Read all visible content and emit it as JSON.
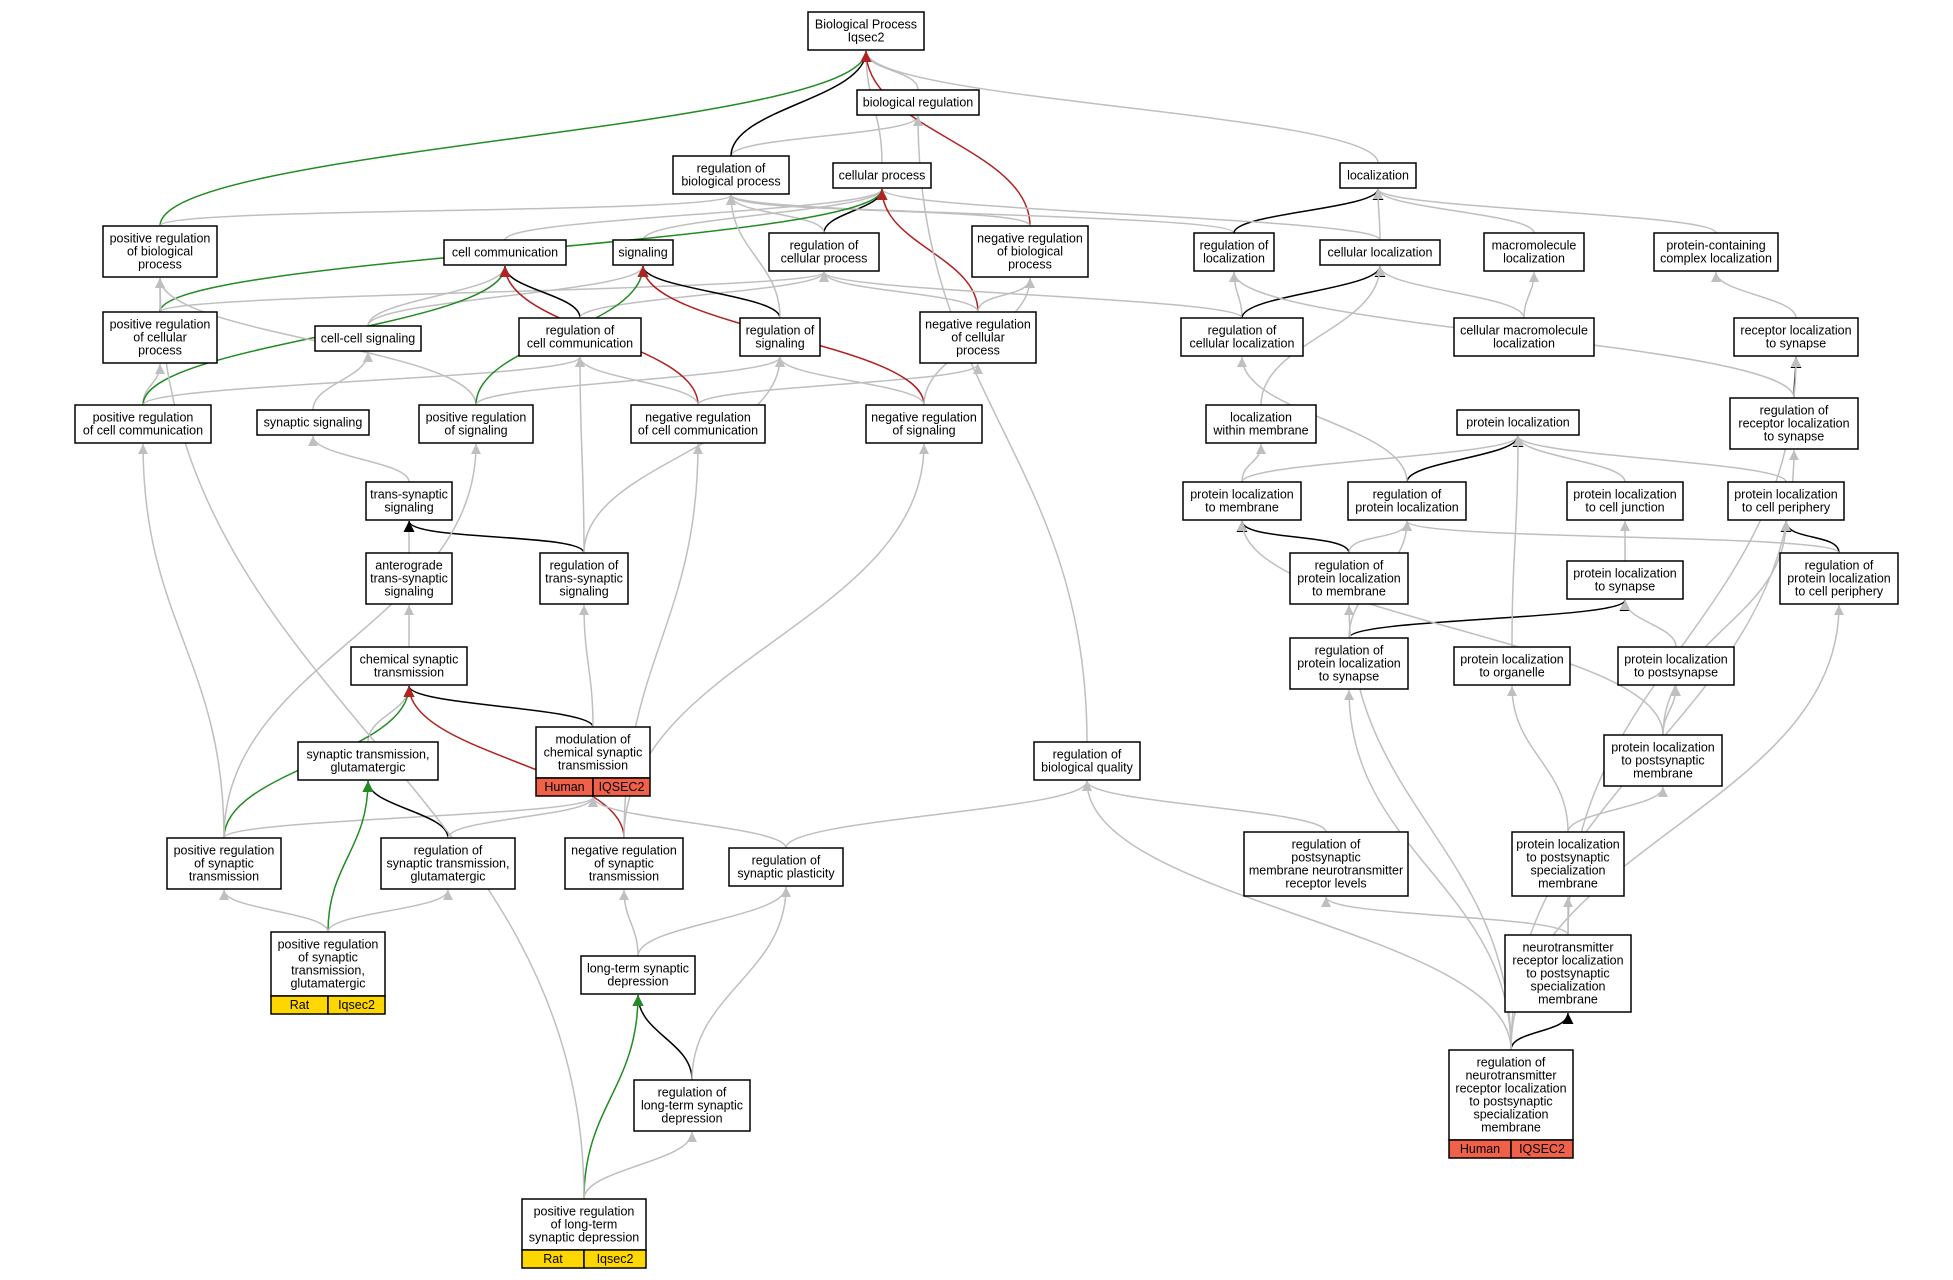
{
  "colors": {
    "gray": "#bfbfbf",
    "black": "#000000",
    "green": "#228b22",
    "red": "#b22222",
    "human_tag": "#f0614a",
    "rat_tag": "#ffd700"
  },
  "nodes": [
    {
      "id": "bp",
      "lines": [
        "Biological Process",
        "Iqsec2"
      ]
    },
    {
      "id": "breg",
      "lines": [
        "biological regulation"
      ]
    },
    {
      "id": "regbp",
      "lines": [
        "regulation of",
        "biological process"
      ]
    },
    {
      "id": "cp",
      "lines": [
        "cellular process"
      ]
    },
    {
      "id": "loc",
      "lines": [
        "localization"
      ]
    },
    {
      "id": "posregbp",
      "lines": [
        "positive regulation",
        "of biological",
        "process"
      ]
    },
    {
      "id": "cc",
      "lines": [
        "cell communication"
      ]
    },
    {
      "id": "sig",
      "lines": [
        "signaling"
      ]
    },
    {
      "id": "regcp",
      "lines": [
        "regulation of",
        "cellular process"
      ]
    },
    {
      "id": "negregbp",
      "lines": [
        "negative regulation",
        "of biological",
        "process"
      ]
    },
    {
      "id": "regloc",
      "lines": [
        "regulation of",
        "localization"
      ]
    },
    {
      "id": "cellloc",
      "lines": [
        "cellular localization"
      ]
    },
    {
      "id": "macroloc",
      "lines": [
        "macromolecule",
        "localization"
      ]
    },
    {
      "id": "pcloc",
      "lines": [
        "protein-containing",
        "complex localization"
      ]
    },
    {
      "id": "posregcp",
      "lines": [
        "positive regulation",
        "of cellular",
        "process"
      ]
    },
    {
      "id": "ccsig",
      "lines": [
        "cell-cell signaling"
      ]
    },
    {
      "id": "regcc",
      "lines": [
        "regulation of",
        "cell communication"
      ]
    },
    {
      "id": "regsig",
      "lines": [
        "regulation of",
        "signaling"
      ]
    },
    {
      "id": "negregcp",
      "lines": [
        "negative regulation",
        "of cellular",
        "process"
      ]
    },
    {
      "id": "regcellloc",
      "lines": [
        "regulation of",
        "cellular localization"
      ]
    },
    {
      "id": "cmloc",
      "lines": [
        "cellular macromolecule",
        "localization"
      ]
    },
    {
      "id": "rlsyn",
      "lines": [
        "receptor localization",
        "to synapse"
      ]
    },
    {
      "id": "posregcc",
      "lines": [
        "positive regulation",
        "of cell communication"
      ]
    },
    {
      "id": "synsig",
      "lines": [
        "synaptic signaling"
      ]
    },
    {
      "id": "posregsig",
      "lines": [
        "positive regulation",
        "of signaling"
      ]
    },
    {
      "id": "negregcc",
      "lines": [
        "negative regulation",
        "of cell communication"
      ]
    },
    {
      "id": "negregsig",
      "lines": [
        "negative regulation",
        "of signaling"
      ]
    },
    {
      "id": "locmem",
      "lines": [
        "localization",
        "within membrane"
      ]
    },
    {
      "id": "protloc",
      "lines": [
        "protein localization"
      ]
    },
    {
      "id": "regrlsyn",
      "lines": [
        "regulation of",
        "receptor localization",
        "to synapse"
      ]
    },
    {
      "id": "tss",
      "lines": [
        "trans-synaptic",
        "signaling"
      ]
    },
    {
      "id": "plmem",
      "lines": [
        "protein localization",
        "to membrane"
      ]
    },
    {
      "id": "regpl",
      "lines": [
        "regulation of",
        "protein localization"
      ]
    },
    {
      "id": "plcj",
      "lines": [
        "protein localization",
        "to cell junction"
      ]
    },
    {
      "id": "plcp",
      "lines": [
        "protein localization",
        "to cell periphery"
      ]
    },
    {
      "id": "antss",
      "lines": [
        "anterograde",
        "trans-synaptic",
        "signaling"
      ]
    },
    {
      "id": "regtss",
      "lines": [
        "regulation of",
        "trans-synaptic",
        "signaling"
      ]
    },
    {
      "id": "regplmem",
      "lines": [
        "regulation of",
        "protein localization",
        "to membrane"
      ]
    },
    {
      "id": "plsyn",
      "lines": [
        "protein localization",
        "to synapse"
      ]
    },
    {
      "id": "regplcp",
      "lines": [
        "regulation of",
        "protein localization",
        "to cell periphery"
      ]
    },
    {
      "id": "cst",
      "lines": [
        "chemical synaptic",
        "transmission"
      ]
    },
    {
      "id": "regplsyn",
      "lines": [
        "regulation of",
        "protein localization",
        "to synapse"
      ]
    },
    {
      "id": "plorg",
      "lines": [
        "protein localization",
        "to organelle"
      ]
    },
    {
      "id": "plps",
      "lines": [
        "protein localization",
        "to postsynapse"
      ]
    },
    {
      "id": "stglu",
      "lines": [
        "synaptic transmission,",
        "glutamatergic"
      ]
    },
    {
      "id": "modcst",
      "lines": [
        "modulation of",
        "chemical synaptic",
        "transmission"
      ],
      "tag": [
        "Human",
        "IQSEC2"
      ],
      "tagType": "human"
    },
    {
      "id": "regbq",
      "lines": [
        "regulation of",
        "biological quality"
      ]
    },
    {
      "id": "plpsm",
      "lines": [
        "protein localization",
        "to postsynaptic",
        "membrane"
      ]
    },
    {
      "id": "posregst",
      "lines": [
        "positive regulation",
        "of synaptic",
        "transmission"
      ]
    },
    {
      "id": "regstglu",
      "lines": [
        "regulation of",
        "synaptic transmission,",
        "glutamatergic"
      ]
    },
    {
      "id": "negregst",
      "lines": [
        "negative regulation",
        "of synaptic",
        "transmission"
      ]
    },
    {
      "id": "regsp",
      "lines": [
        "regulation of",
        "synaptic plasticity"
      ]
    },
    {
      "id": "regpmnrl",
      "lines": [
        "regulation of",
        "postsynaptic",
        "membrane neurotransmitter",
        "receptor levels"
      ]
    },
    {
      "id": "plpssm",
      "lines": [
        "protein localization",
        "to postsynaptic",
        "specialization",
        "membrane"
      ]
    },
    {
      "id": "posregstglu",
      "lines": [
        "positive regulation",
        "of synaptic",
        "transmission,",
        "glutamatergic"
      ],
      "tag": [
        "Rat",
        "Iqsec2"
      ],
      "tagType": "rat"
    },
    {
      "id": "nrlpssm",
      "lines": [
        "neurotransmitter",
        "receptor localization",
        "to postsynaptic",
        "specialization",
        "membrane"
      ]
    },
    {
      "id": "ltd",
      "lines": [
        "long-term synaptic",
        "depression"
      ]
    },
    {
      "id": "regnrl",
      "lines": [
        "regulation of",
        "neurotransmitter",
        "receptor localization",
        "to postsynaptic",
        "specialization",
        "membrane"
      ],
      "tag": [
        "Human",
        "IQSEC2"
      ],
      "tagType": "human"
    },
    {
      "id": "regltd",
      "lines": [
        "regulation of",
        "long-term synaptic",
        "depression"
      ]
    },
    {
      "id": "posregltd",
      "lines": [
        "positive regulation",
        "of long-term",
        "synaptic depression"
      ],
      "tag": [
        "Rat",
        "Iqsec2"
      ],
      "tagType": "rat"
    }
  ],
  "edges": [
    {
      "from": "breg",
      "to": "bp",
      "kind": "gray"
    },
    {
      "from": "regbp",
      "to": "breg",
      "kind": "gray"
    },
    {
      "from": "regbp",
      "to": "bp",
      "kind": "black"
    },
    {
      "from": "cp",
      "to": "bp",
      "kind": "gray"
    },
    {
      "from": "loc",
      "to": "bp",
      "kind": "gray"
    },
    {
      "from": "posregbp",
      "to": "bp",
      "kind": "green"
    },
    {
      "from": "posregbp",
      "to": "regbp",
      "kind": "gray"
    },
    {
      "from": "negregbp",
      "to": "bp",
      "kind": "red"
    },
    {
      "from": "negregbp",
      "to": "regbp",
      "kind": "gray"
    },
    {
      "from": "cc",
      "to": "cp",
      "kind": "gray"
    },
    {
      "from": "sig",
      "to": "cp",
      "kind": "gray"
    },
    {
      "from": "regcp",
      "to": "cp",
      "kind": "black"
    },
    {
      "from": "regcp",
      "to": "regbp",
      "kind": "gray"
    },
    {
      "from": "regloc",
      "to": "regbp",
      "kind": "gray"
    },
    {
      "from": "regloc",
      "to": "loc",
      "kind": "black"
    },
    {
      "from": "cellloc",
      "to": "cp",
      "kind": "gray"
    },
    {
      "from": "cellloc",
      "to": "loc",
      "kind": "gray"
    },
    {
      "from": "macroloc",
      "to": "loc",
      "kind": "gray"
    },
    {
      "from": "pcloc",
      "to": "loc",
      "kind": "gray"
    },
    {
      "from": "posregcp",
      "to": "posregbp",
      "kind": "gray"
    },
    {
      "from": "posregcp",
      "to": "cp",
      "kind": "green"
    },
    {
      "from": "posregcp",
      "to": "regcp",
      "kind": "gray"
    },
    {
      "from": "ccsig",
      "to": "cc",
      "kind": "gray"
    },
    {
      "from": "ccsig",
      "to": "sig",
      "kind": "gray"
    },
    {
      "from": "regcc",
      "to": "cc",
      "kind": "black"
    },
    {
      "from": "regcc",
      "to": "regcp",
      "kind": "gray"
    },
    {
      "from": "regsig",
      "to": "sig",
      "kind": "black"
    },
    {
      "from": "regsig",
      "to": "regbp",
      "kind": "gray"
    },
    {
      "from": "negregcp",
      "to": "cp",
      "kind": "red"
    },
    {
      "from": "negregcp",
      "to": "negregbp",
      "kind": "gray"
    },
    {
      "from": "negregcp",
      "to": "regcp",
      "kind": "gray"
    },
    {
      "from": "regcellloc",
      "to": "regloc",
      "kind": "gray"
    },
    {
      "from": "regcellloc",
      "to": "cellloc",
      "kind": "black"
    },
    {
      "from": "regcellloc",
      "to": "regcp",
      "kind": "gray"
    },
    {
      "from": "cmloc",
      "to": "cellloc",
      "kind": "gray"
    },
    {
      "from": "cmloc",
      "to": "macroloc",
      "kind": "gray"
    },
    {
      "from": "rlsyn",
      "to": "pcloc",
      "kind": "gray"
    },
    {
      "from": "posregcc",
      "to": "posregcp",
      "kind": "gray"
    },
    {
      "from": "posregcc",
      "to": "cc",
      "kind": "green"
    },
    {
      "from": "posregcc",
      "to": "regcc",
      "kind": "gray"
    },
    {
      "from": "synsig",
      "to": "ccsig",
      "kind": "gray"
    },
    {
      "from": "posregsig",
      "to": "posregbp",
      "kind": "gray"
    },
    {
      "from": "posregsig",
      "to": "sig",
      "kind": "green"
    },
    {
      "from": "posregsig",
      "to": "regsig",
      "kind": "gray"
    },
    {
      "from": "negregcc",
      "to": "cc",
      "kind": "red"
    },
    {
      "from": "negregcc",
      "to": "regcc",
      "kind": "gray"
    },
    {
      "from": "negregcc",
      "to": "negregcp",
      "kind": "gray"
    },
    {
      "from": "negregsig",
      "to": "sig",
      "kind": "red"
    },
    {
      "from": "negregsig",
      "to": "regsig",
      "kind": "gray"
    },
    {
      "from": "negregsig",
      "to": "negregbp",
      "kind": "gray"
    },
    {
      "from": "locmem",
      "to": "cellloc",
      "kind": "gray"
    },
    {
      "from": "regrlsyn",
      "to": "rlsyn",
      "kind": "black"
    },
    {
      "from": "regrlsyn",
      "to": "regloc",
      "kind": "gray"
    },
    {
      "from": "tss",
      "to": "synsig",
      "kind": "gray"
    },
    {
      "from": "plmem",
      "to": "locmem",
      "kind": "gray"
    },
    {
      "from": "plmem",
      "to": "protloc",
      "kind": "gray"
    },
    {
      "from": "regpl",
      "to": "protloc",
      "kind": "black"
    },
    {
      "from": "regpl",
      "to": "regcellloc",
      "kind": "gray"
    },
    {
      "from": "plcj",
      "to": "protloc",
      "kind": "gray"
    },
    {
      "from": "plcp",
      "to": "protloc",
      "kind": "gray"
    },
    {
      "from": "antss",
      "to": "tss",
      "kind": "gray"
    },
    {
      "from": "regtss",
      "to": "tss",
      "kind": "black"
    },
    {
      "from": "regtss",
      "to": "regcc",
      "kind": "gray"
    },
    {
      "from": "regtss",
      "to": "regsig",
      "kind": "gray"
    },
    {
      "from": "regplmem",
      "to": "plmem",
      "kind": "black"
    },
    {
      "from": "regplmem",
      "to": "regpl",
      "kind": "gray"
    },
    {
      "from": "plsyn",
      "to": "plcj",
      "kind": "gray"
    },
    {
      "from": "regplcp",
      "to": "plcp",
      "kind": "black"
    },
    {
      "from": "regplcp",
      "to": "regpl",
      "kind": "gray"
    },
    {
      "from": "cst",
      "to": "antss",
      "kind": "gray"
    },
    {
      "from": "regplsyn",
      "to": "plsyn",
      "kind": "black"
    },
    {
      "from": "regplsyn",
      "to": "regpl",
      "kind": "gray"
    },
    {
      "from": "plorg",
      "to": "protloc",
      "kind": "gray"
    },
    {
      "from": "plps",
      "to": "plsyn",
      "kind": "gray"
    },
    {
      "from": "stglu",
      "to": "cst",
      "kind": "gray"
    },
    {
      "from": "modcst",
      "to": "cst",
      "kind": "black"
    },
    {
      "from": "modcst",
      "to": "regtss",
      "kind": "gray"
    },
    {
      "from": "regbq",
      "to": "breg",
      "kind": "gray"
    },
    {
      "from": "plpsm",
      "to": "plps",
      "kind": "gray"
    },
    {
      "from": "plpsm",
      "to": "plmem",
      "kind": "gray"
    },
    {
      "from": "plpsm",
      "to": "plcp",
      "kind": "gray"
    },
    {
      "from": "posregst",
      "to": "cst",
      "kind": "green"
    },
    {
      "from": "posregst",
      "to": "posregcc",
      "kind": "gray"
    },
    {
      "from": "posregst",
      "to": "posregsig",
      "kind": "gray"
    },
    {
      "from": "posregst",
      "to": "modcst",
      "kind": "gray"
    },
    {
      "from": "regstglu",
      "to": "stglu",
      "kind": "black"
    },
    {
      "from": "regstglu",
      "to": "modcst",
      "kind": "gray"
    },
    {
      "from": "negregst",
      "to": "cst",
      "kind": "red"
    },
    {
      "from": "negregst",
      "to": "negregcc",
      "kind": "gray"
    },
    {
      "from": "negregst",
      "to": "negregsig",
      "kind": "gray"
    },
    {
      "from": "regsp",
      "to": "regbq",
      "kind": "gray"
    },
    {
      "from": "regsp",
      "to": "modcst",
      "kind": "gray"
    },
    {
      "from": "regpmnrl",
      "to": "regbq",
      "kind": "gray"
    },
    {
      "from": "plpssm",
      "to": "plorg",
      "kind": "gray"
    },
    {
      "from": "plpssm",
      "to": "plpsm",
      "kind": "gray"
    },
    {
      "from": "posregstglu",
      "to": "stglu",
      "kind": "green"
    },
    {
      "from": "posregstglu",
      "to": "posregst",
      "kind": "gray"
    },
    {
      "from": "posregstglu",
      "to": "regstglu",
      "kind": "gray"
    },
    {
      "from": "nrlpssm",
      "to": "plpssm",
      "kind": "gray"
    },
    {
      "from": "nrlpssm",
      "to": "regpmnrl",
      "kind": "gray"
    },
    {
      "from": "nrlpssm",
      "to": "rlsyn",
      "kind": "gray"
    },
    {
      "from": "ltd",
      "to": "negregst",
      "kind": "gray"
    },
    {
      "from": "ltd",
      "to": "regsp",
      "kind": "gray"
    },
    {
      "from": "regnrl",
      "to": "nrlpssm",
      "kind": "black"
    },
    {
      "from": "regnrl",
      "to": "regrlsyn",
      "kind": "gray"
    },
    {
      "from": "regnrl",
      "to": "regplmem",
      "kind": "gray"
    },
    {
      "from": "regnrl",
      "to": "regplsyn",
      "kind": "gray"
    },
    {
      "from": "regnrl",
      "to": "regplcp",
      "kind": "gray"
    },
    {
      "from": "regnrl",
      "to": "regbq",
      "kind": "gray"
    },
    {
      "from": "regltd",
      "to": "ltd",
      "kind": "black"
    },
    {
      "from": "regltd",
      "to": "regsp",
      "kind": "gray"
    },
    {
      "from": "posregltd",
      "to": "ltd",
      "kind": "green"
    },
    {
      "from": "posregltd",
      "to": "regltd",
      "kind": "gray"
    },
    {
      "from": "posregltd",
      "to": "posregbp",
      "kind": "gray"
    }
  ]
}
